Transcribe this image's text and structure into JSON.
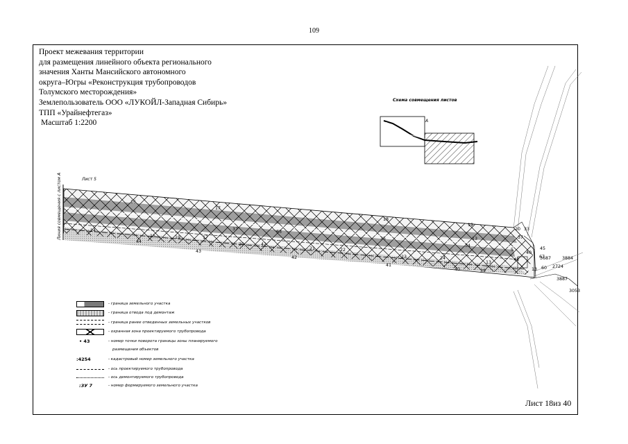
{
  "page_number": "109",
  "title": {
    "lines": [
      "Проект межевания территории",
      "для размещения линейного объекта регионального",
      "значения Ханты Мансийского автономного",
      "округа–Югры «Реконструкция трубопроводов",
      "Толумского месторождения»",
      "Землепользователь ООО «ЛУКОЙЛ-Западная Сибирь»",
      "ТПП «Урайнефтегаз»"
    ],
    "scale": "Масштаб 1:2200"
  },
  "sheet_label": "Лист 18из 40",
  "inset": {
    "title": "Схема совмещения листов",
    "mark": "А"
  },
  "plan": {
    "sheet_mark": "Лист 5",
    "match_line": "Линия совмещения с листом А",
    "point_numbers": [
      "14",
      "15",
      "16",
      "17",
      "17",
      "18",
      "19",
      "19",
      "20",
      "21",
      "22",
      "23",
      "24",
      "13",
      "13",
      "34",
      "35",
      "37",
      "39",
      "40",
      "41",
      "42",
      "43",
      "44",
      "5",
      "20",
      "33",
      "37",
      "40",
      "42",
      "43",
      "45",
      "60",
      "63",
      "67",
      "13"
    ],
    "cadastral": [
      "3884",
      "3687",
      "3887",
      "2724",
      "3053"
    ]
  },
  "legend": [
    {
      "code": "",
      "text": "- граница земельного участка"
    },
    {
      "code": "",
      "text": "- граница отвода под демонтаж"
    },
    {
      "code": "",
      "text": "- граница ранее отведенных земельных участков"
    },
    {
      "code": "",
      "text": "- охранная зона проектируемого трубопровода"
    },
    {
      "code": "• 43",
      "text": "- номер точки поворота границы зоны планируемого"
    },
    {
      "code": "",
      "text": "размещения объектов"
    },
    {
      "code": ":4254",
      "text": "- кадастровый номер земельного участка"
    },
    {
      "code": "",
      "text": "- ось проектируемого трубопровода"
    },
    {
      "code": "",
      "text": "- ось демонтируемого трубопровода"
    },
    {
      "code": ":ЗУ 7",
      "text": "- номер формируемого земельного участка"
    }
  ]
}
